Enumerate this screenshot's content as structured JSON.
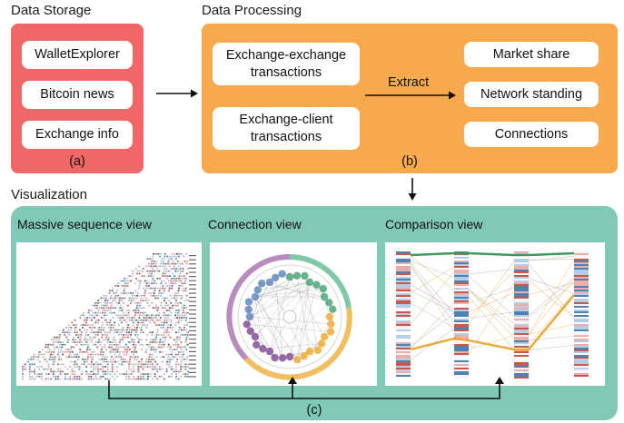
{
  "data_storage": {
    "title": "Data Storage",
    "items": [
      "WalletExplorer",
      "Bitcoin news",
      "Exchange info"
    ],
    "label": "(a)",
    "color": "#f06767"
  },
  "data_processing": {
    "title": "Data Processing",
    "inputs": [
      "Exchange-exchange transactions",
      "Exchange-client transactions"
    ],
    "action": "Extract",
    "outputs": [
      "Market share",
      "Network standing",
      "Connections"
    ],
    "label": "(b)",
    "color": "#f7a94d"
  },
  "visualization": {
    "title": "Visualization",
    "views": [
      "Massive sequence view",
      "Connection view",
      "Comparison view"
    ],
    "label": "(c)",
    "color": "#7fc9b6"
  }
}
